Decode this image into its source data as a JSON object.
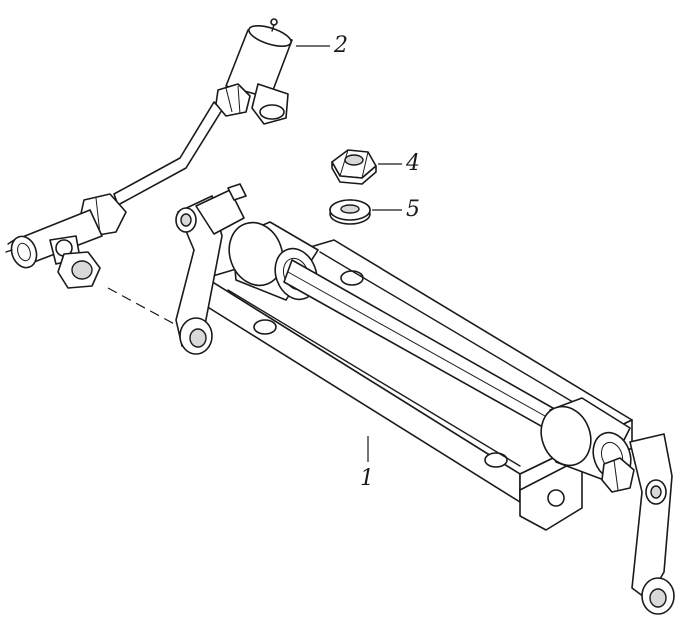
{
  "callouts": [
    {
      "id": "callout-1",
      "label": "1"
    },
    {
      "id": "callout-2",
      "label": "2"
    },
    {
      "id": "callout-4",
      "label": "4"
    },
    {
      "id": "callout-5",
      "label": "5"
    }
  ]
}
